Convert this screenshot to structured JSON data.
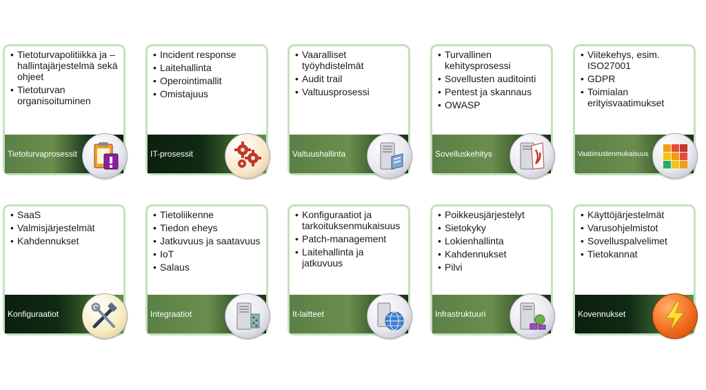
{
  "cards": [
    {
      "title": "Tietoturvaprosessit",
      "items": [
        "Tietoturvapolitiikka ja –hallintajärjestelmä sekä ohjeet",
        "Tietoturvan organisoituminen"
      ],
      "icon": "clipboard-alert-icon"
    },
    {
      "title": "IT-prosessit",
      "items": [
        "Incident response",
        "Laitehallinta",
        "Operointimallit",
        "Omistajuus"
      ],
      "icon": "gears-icon"
    },
    {
      "title": "Valtuushallinta",
      "items": [
        "Vaaralliset työyhdistelmät",
        "Audit trail",
        "Valtuusprosessi"
      ],
      "icon": "server-document-icon"
    },
    {
      "title": "Sovelluskehitys",
      "items": [
        "Turvallinen kehitysprosessi",
        "Sovellusten auditointi",
        "Pentest ja skannaus",
        "OWASP"
      ],
      "icon": "document-pdf-icon"
    },
    {
      "title": "Vaatimustenmukaisuus",
      "items": [
        "Viitekehys, esim. ISO27001",
        "GDPR",
        "Toimialan erityisvaatimukset"
      ],
      "icon": "risk-matrix-icon"
    },
    {
      "title": "Konfiguraatiot",
      "items": [
        "SaaS",
        "Valmisjärjestelmät",
        "Kahdennukset"
      ],
      "icon": "tools-icon"
    },
    {
      "title": "Integraatiot",
      "items": [
        "Tietoliikenne",
        "Tiedon eheys",
        "Jatkuvuus ja saatavuus",
        "IoT",
        "Salaus"
      ],
      "icon": "server-network-icon"
    },
    {
      "title": "It-laitteet",
      "items": [
        "Konfiguraatiot ja tarkoituksenmukaisuus",
        "Patch-management",
        "Laitehallinta ja jatkuvuus"
      ],
      "icon": "globe-icon"
    },
    {
      "title": "Infrastruktuuri",
      "items": [
        "Poikkeusjärjestelyt",
        "Sietokyky",
        "Lokienhallinta",
        "Kahdennukset",
        "Pilvi"
      ],
      "icon": "server-connection-icon"
    },
    {
      "title": "Kovennukset",
      "items": [
        "Käyttöjärjestelmät",
        "Varusohjelmistot",
        "Sovelluspalvelimet",
        "Tietokannat"
      ],
      "icon": "lightning-icon"
    }
  ],
  "colors": {
    "card_border": "#c5dfbf",
    "band_dark": "#0b1f0e",
    "band_green": "#6b8e4e"
  }
}
